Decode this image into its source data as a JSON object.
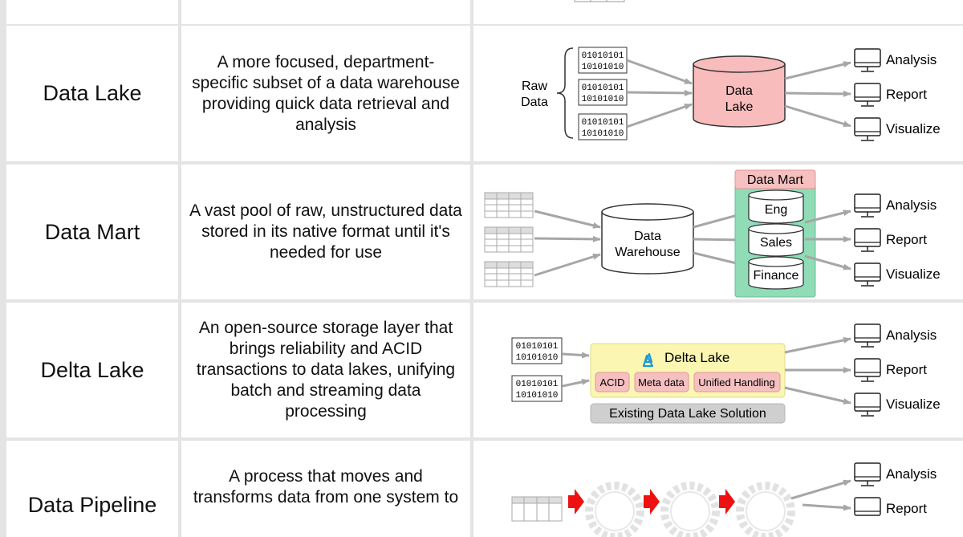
{
  "rows": [
    {
      "name": "",
      "description": ""
    },
    {
      "name": "Data Lake",
      "description": "A more focused, department-specific subset of a data warehouse providing quick data retrieval and analysis",
      "diagram": {
        "source_label": "Raw\nData",
        "binary_line1": "01010101",
        "binary_line2": "10101010",
        "store_label": "Data\nLake",
        "outputs": [
          "Analysis",
          "Report",
          "Visualize"
        ]
      }
    },
    {
      "name": "Data Mart",
      "description": "A vast pool of raw, unstructured data stored in its native format until it's needed for use",
      "diagram": {
        "warehouse_label": "Data\nWarehouse",
        "mart_title": "Data Mart",
        "departments": [
          "Eng",
          "Sales",
          "Finance"
        ],
        "outputs": [
          "Analysis",
          "Report",
          "Visualize"
        ]
      }
    },
    {
      "name": "Delta Lake",
      "description": "An open-source storage layer that brings reliability and ACID transactions to data lakes, unifying batch and streaming data processing",
      "diagram": {
        "binary_line1": "01010101",
        "binary_line2": "10101010",
        "title": "Delta Lake",
        "features": [
          "ACID",
          "Meta data",
          "Unified Handling"
        ],
        "base_label": "Existing Data Lake Solution",
        "outputs": [
          "Analysis",
          "Report",
          "Visualize"
        ]
      }
    },
    {
      "name": "Data Pipeline",
      "description": "A process that moves and transforms data from one system to",
      "diagram": {
        "outputs": [
          "Analysis",
          "Report"
        ]
      }
    }
  ],
  "colors": {
    "border": "#e4e4e4",
    "lake_fill": "#f8bcbc",
    "mart_panel": "#8fdcb7",
    "mart_title_bg": "#f6c0c0",
    "delta_bg": "#fbf6b2",
    "delta_pill": "#f6c0c0",
    "base_bar": "#cfcfcf",
    "arrow": "#a6a6a6",
    "delta_logo": "#1f9bd1",
    "pipeline_arrow": "#ee1111"
  },
  "icons": {
    "monitor": "monitor-icon",
    "table": "table-icon",
    "cylinder": "database-icon",
    "gear": "gear-icon",
    "delta": "delta-logo-icon"
  }
}
